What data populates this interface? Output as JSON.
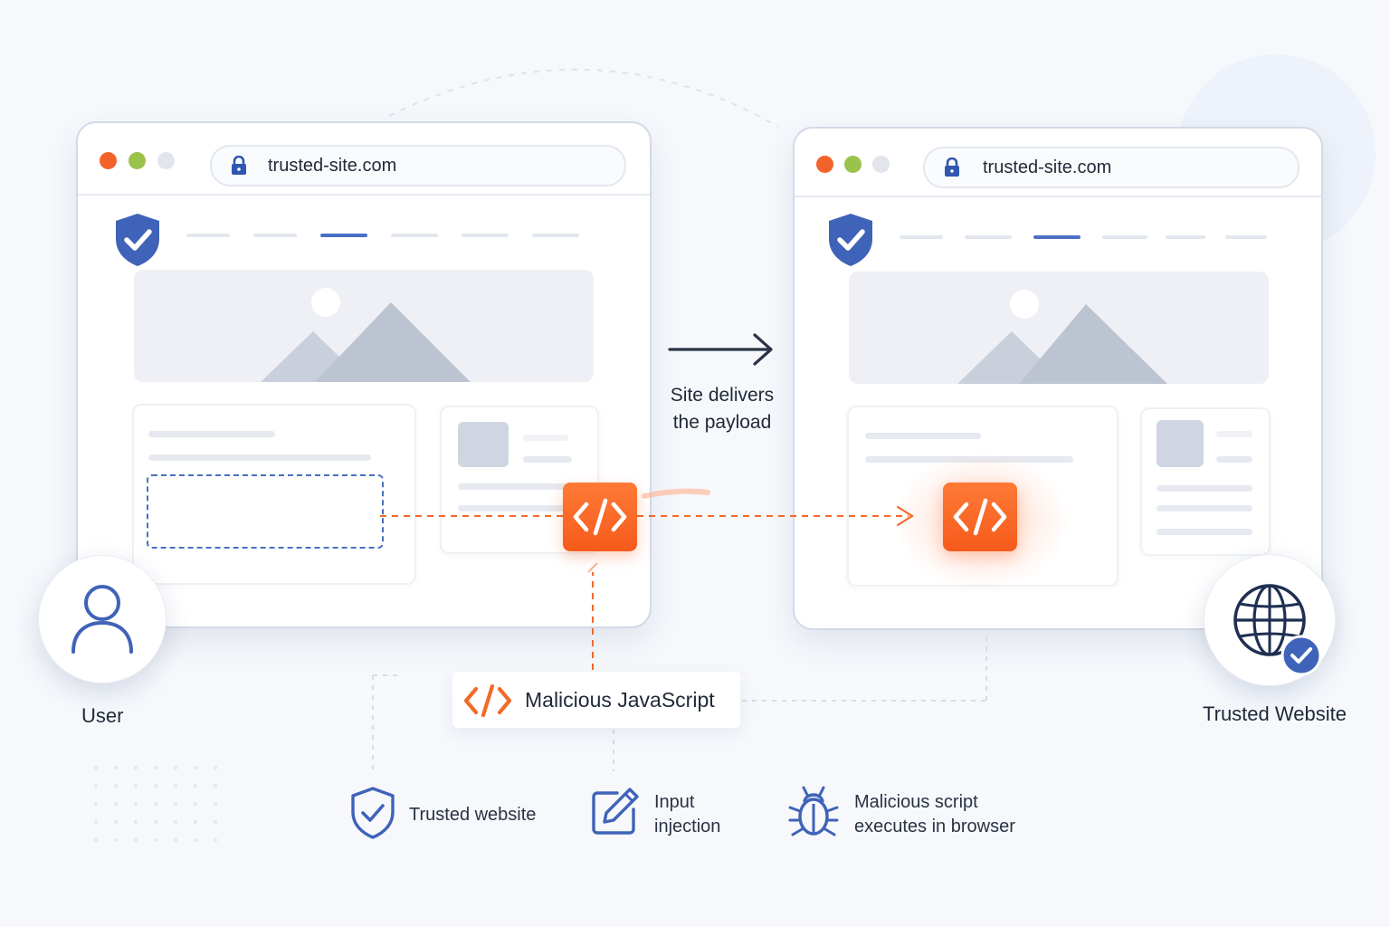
{
  "left_browser": {
    "url": "trusted-site.com"
  },
  "right_browser": {
    "url": "trusted-site.com"
  },
  "arrow_caption": {
    "line1": "Site delivers",
    "line2": "the payload"
  },
  "actors": {
    "user_label": "User",
    "site_label": "Trusted Website"
  },
  "payload_label": "Malicious JavaScript",
  "legend": [
    {
      "icon": "shield-check-icon",
      "line1": "Trusted website",
      "line2": ""
    },
    {
      "icon": "edit-pencil-icon",
      "line1": "Input",
      "line2": "injection"
    },
    {
      "icon": "bug-icon",
      "line1": "Malicious script",
      "line2": "executes in browser"
    }
  ],
  "colors": {
    "accent_orange": "#f55a1b",
    "accent_blue": "#3f63b8",
    "window_red": "#f4622b",
    "window_green": "#9bc24a",
    "window_grey": "#e2e5ec"
  }
}
